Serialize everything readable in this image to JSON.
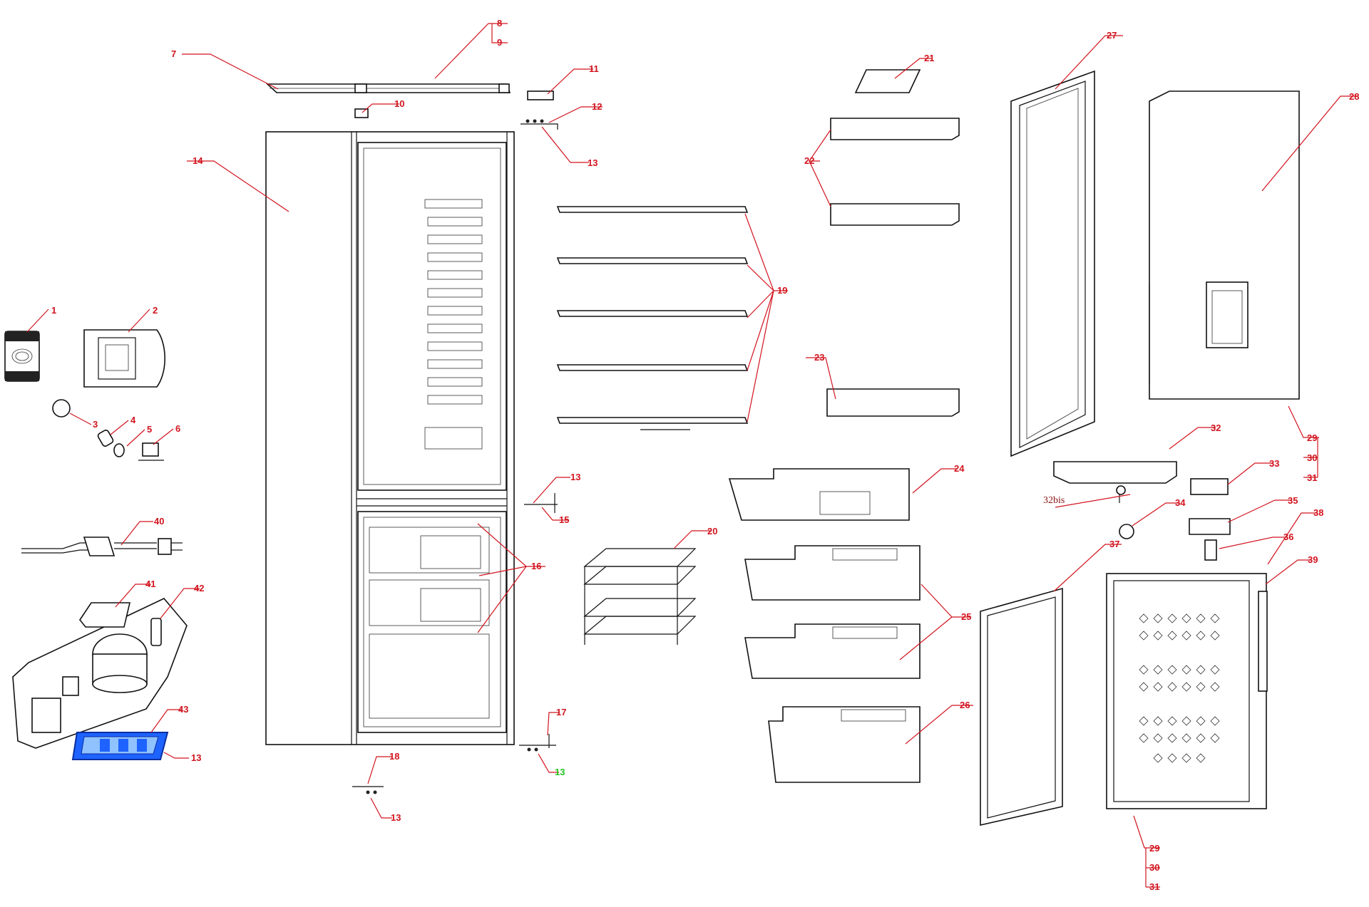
{
  "diagram": {
    "labels": {
      "l1": "1",
      "l2": "2",
      "l3": "3",
      "l4": "4",
      "l5": "5",
      "l6": "6",
      "l7": "7",
      "l8": "8",
      "l9": "9",
      "l10": "10",
      "l11": "11",
      "l12": "12",
      "l13a": "13",
      "l13b": "13",
      "l13c": "13",
      "l13d": "13",
      "l13e": "13",
      "l14": "14",
      "l15": "15",
      "l16": "16",
      "l17": "17",
      "l18": "18",
      "l19": "19",
      "l20": "20",
      "l21": "21",
      "l22": "22",
      "l23": "23",
      "l24": "24",
      "l25": "25",
      "l26": "26",
      "l27": "27",
      "l28": "28",
      "l29a": "29",
      "l30a": "30",
      "l31a": "31",
      "l29b": "29",
      "l30b": "30",
      "l31b": "31",
      "l32": "32",
      "l32bis": "32bis",
      "l33": "33",
      "l34": "34",
      "l35": "35",
      "l36": "36",
      "l37": "37",
      "l38": "38",
      "l39": "39",
      "l40": "40",
      "l41": "41",
      "l42": "42",
      "l43": "43"
    },
    "colors": {
      "label": "#d2141e",
      "highlight_label": "#22c322",
      "board": "#1e63ff"
    }
  }
}
